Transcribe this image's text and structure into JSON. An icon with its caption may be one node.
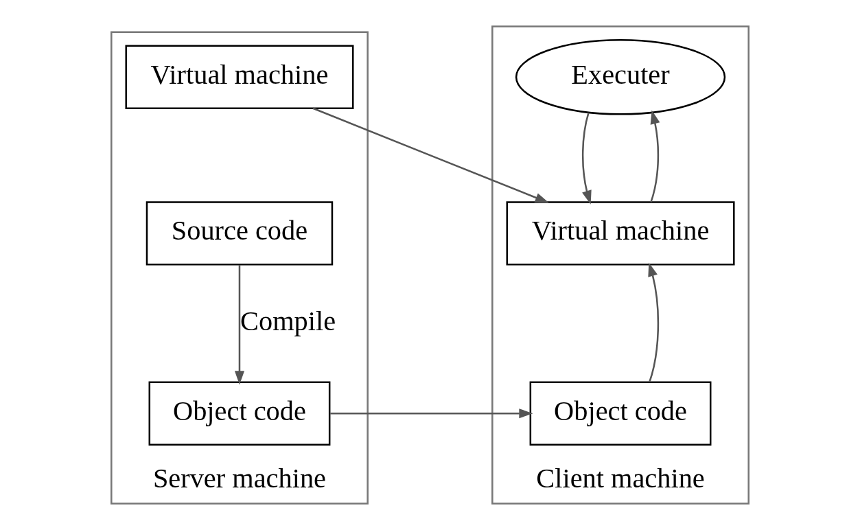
{
  "diagram": {
    "nodes": [
      {
        "text": [
          "Server machine"
        ]
      },
      {
        "text": [
          "Virtual machine"
        ],
        "in": 0
      },
      {
        "text": [
          "Source code"
        ],
        "in": 0
      },
      {
        "text": [
          "Object code"
        ],
        "in": 0
      },
      {
        "text": [
          "Client machine"
        ]
      },
      {
        "text": [
          "Executer"
        ],
        "in": 4
      },
      {
        "text": [
          "Virtual machine"
        ],
        "in": 4
      },
      {
        "text": [
          "Object code"
        ],
        "in": 4
      }
    ],
    "edges": [
      {
        "from": 1,
        "to": 6,
        "arrow": "to"
      },
      {
        "from": 2,
        "to": 3,
        "arrow": "to",
        "label": "Compile"
      },
      {
        "from": 3,
        "to": 7,
        "arrow": "to"
      },
      {
        "from": 7,
        "to": 6,
        "arrow": "to"
      },
      {
        "from": 6,
        "to": 5,
        "arrow": "to"
      },
      {
        "from": 5,
        "to": 6,
        "arrow": "to"
      }
    ]
  }
}
